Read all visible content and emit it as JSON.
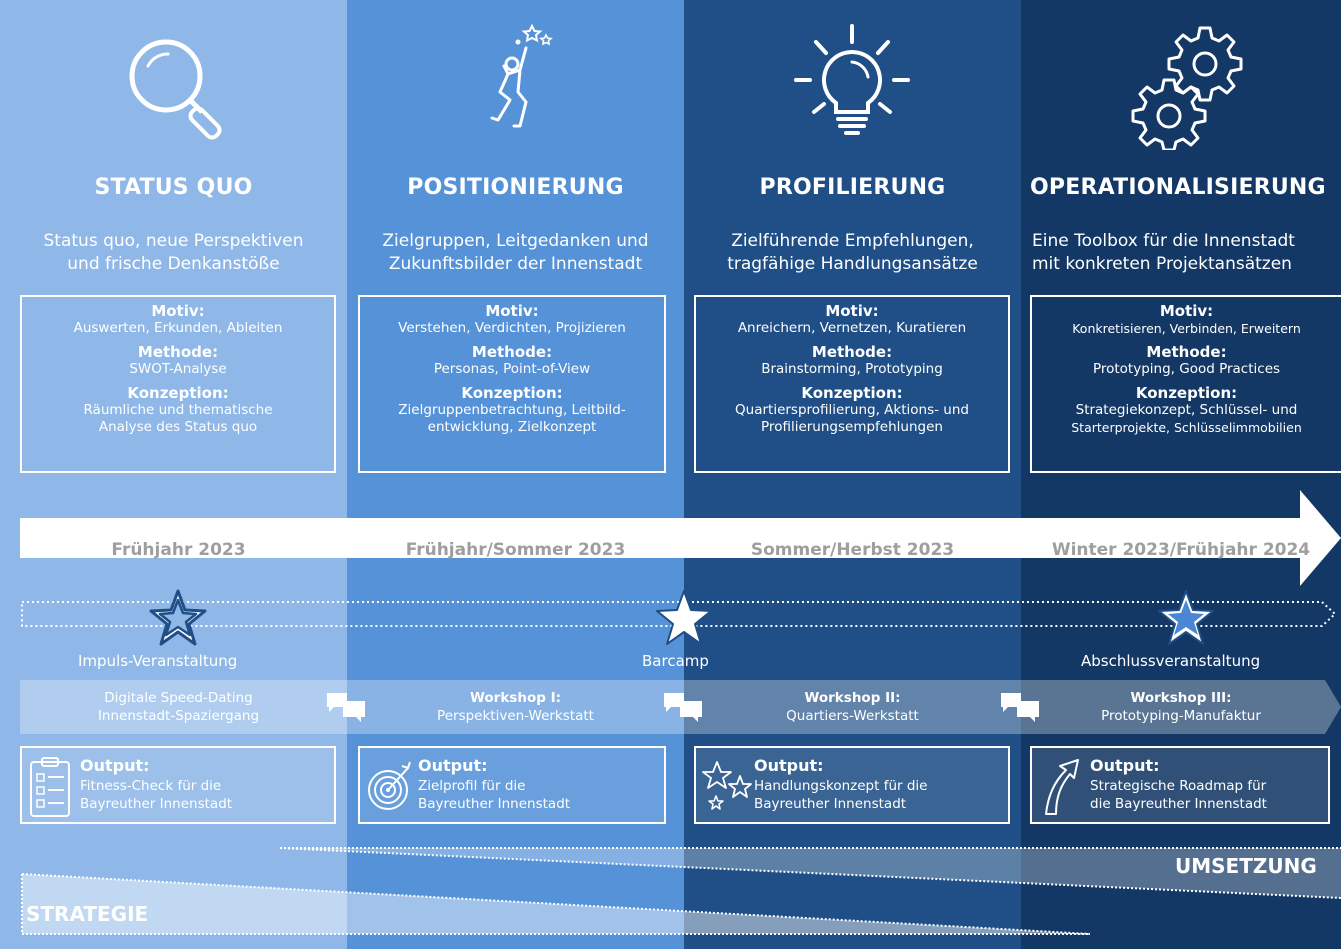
{
  "colors": {
    "col1": "#8fb8e8",
    "col2": "#5592d8",
    "col3": "#1f4f86",
    "col4": "#143866",
    "arrow": "#ffffff",
    "period_text": "#9e9e9e"
  },
  "phases": [
    {
      "icon": "magnifier-icon",
      "title": "STATUS QUO",
      "desc_line1": "Status quo, neue Perspektiven",
      "desc_line2": "und frische Denkanstöße",
      "motiv_label": "Motiv:",
      "motiv": "Auswerten, Erkunden, Ableiten",
      "methode_label": "Methode:",
      "methode": "SWOT-Analyse",
      "konzeption_label": "Konzeption:",
      "konzeption_line1": "Räumliche und thematische",
      "konzeption_line2": "Analyse des Status quo",
      "period": "Frühjahr 2023",
      "output_label": "Output:",
      "output_line1": "Fitness-Check für die",
      "output_line2": "Bayreuther Innenstadt",
      "output_icon": "checklist-icon"
    },
    {
      "icon": "reaching-person-icon",
      "title": "POSITIONIERUNG",
      "desc_line1": "Zielgruppen, Leitgedanken und",
      "desc_line2": "Zukunftsbilder der Innenstadt",
      "motiv_label": "Motiv:",
      "motiv": "Verstehen, Verdichten, Projizieren",
      "methode_label": "Methode:",
      "methode": "Personas, Point-of-View",
      "konzeption_label": "Konzeption:",
      "konzeption_line1": "Zielgruppenbetrachtung, Leitbild-",
      "konzeption_line2": "entwicklung, Zielkonzept",
      "period": "Frühjahr/Sommer 2023",
      "output_label": "Output:",
      "output_line1": "Zielprofil für die",
      "output_line2": "Bayreuther Innenstadt",
      "output_icon": "target-icon"
    },
    {
      "icon": "lightbulb-icon",
      "title": "PROFILIERUNG",
      "desc_line1": "Zielführende Empfehlungen,",
      "desc_line2": "tragfähige Handlungsansätze",
      "motiv_label": "Motiv:",
      "motiv": "Anreichern, Vernetzen, Kuratieren",
      "methode_label": "Methode:",
      "methode": "Brainstorming, Prototyping",
      "konzeption_label": "Konzeption:",
      "konzeption_line1": "Quartiersprofilierung, Aktions- und",
      "konzeption_line2": "Profilierungsempfehlungen",
      "period": "Sommer/Herbst 2023",
      "output_label": "Output:",
      "output_line1": "Handlungskonzept für die",
      "output_line2": "Bayreuther Innenstadt",
      "output_icon": "stars-icon"
    },
    {
      "icon": "gears-icon",
      "title": "OPERATIONALISIERUNG",
      "desc_line1": "Eine Toolbox für die Innenstadt",
      "desc_line2": "mit konkreten Projektansätzen",
      "motiv_label": "Motiv:",
      "motiv": "Konkretisieren, Verbinden, Erweitern",
      "methode_label": "Methode:",
      "methode": "Prototyping, Good Practices",
      "konzeption_label": "Konzeption:",
      "konzeption_line1": "Strategiekonzept, Schlüssel- und",
      "konzeption_line2": "Starterprojekte, Schlüsselimmobilien",
      "period": "Winter 2023/Frühjahr 2024",
      "output_label": "Output:",
      "output_line1": "Strategische Roadmap für",
      "output_line2": "die Bayreuther Innenstadt",
      "output_icon": "curved-arrow-icon"
    }
  ],
  "events": [
    {
      "label": "Impuls-Veranstaltung"
    },
    {
      "label": "Barcamp"
    },
    {
      "label": "Abschlussveranstaltung"
    }
  ],
  "workshops": [
    {
      "line1": "Digitale Speed-Dating",
      "line2": "Innenstadt-Spaziergang"
    },
    {
      "line1": "Workshop I:",
      "line2": "Perspektiven-Werkstatt"
    },
    {
      "line1": "Workshop II:",
      "line2": "Quartiers-Werkstatt"
    },
    {
      "line1": "Workshop III:",
      "line2": "Prototyping-Manufaktur"
    }
  ],
  "bottom": {
    "umsetzung": "UMSETZUNG",
    "strategie": "STRATEGIE"
  }
}
